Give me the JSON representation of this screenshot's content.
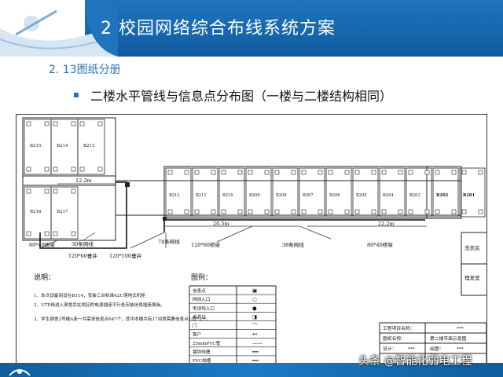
{
  "slide": {
    "title": "2 校园网络综合布线系统方案",
    "section": "2. 13图纸分册",
    "bullet": "二楼水平管线与信息点分布图（一楼与二楼结构相同）"
  },
  "plan": {
    "left_rooms": [
      "B215",
      "B214",
      "B213",
      "B216",
      "B217"
    ],
    "top_rooms": [
      "B212",
      "B211",
      "B210",
      "B209",
      "B208",
      "B207",
      "B206",
      "B205",
      "B204",
      "B203",
      "B202",
      "B201"
    ],
    "dimensions": {
      "left": "12.2m",
      "middle": "20.5m",
      "right": "22.2m"
    },
    "labels": {
      "cable_30": "30条网线",
      "riser_1": "120*60垂井",
      "riser_2": "120*100垂井",
      "tray_left": "80*40桥架",
      "cable_74": "74条网线",
      "tray_mid": "120*60桥架",
      "cable_38": "38条网线",
      "tray_right": "80*40桥架",
      "laundry": "洗衣房",
      "barber": "理发室"
    },
    "notes": {
      "heading": "说明：",
      "items": [
        "1、本次设备间设在B114，安装三台标准42U落地式机柜",
        "2、UTP线进入宿舍后在相应的电源插座平行处安装信息插座面板。",
        "3、学生宿舍2号楼A座一共需求信息点647个，其中本楼共有17间房需要信息点102*2个。"
      ]
    },
    "legend": {
      "heading": "图例：",
      "rows": [
        {
          "label": "信息点",
          "symbol": "▣"
        },
        {
          "label": "网线入口",
          "symbol": "○"
        },
        {
          "label": "电话线入口",
          "symbol": "●"
        },
        {
          "label": "垂井口",
          "symbol": "◨"
        },
        {
          "label": "门",
          "symbol": "⌒"
        },
        {
          "label": "窗户",
          "symbol": "⊷"
        },
        {
          "label": "25mmPVC管",
          "symbol": "——"
        },
        {
          "label": "镀锌线槽",
          "symbol": "━━"
        },
        {
          "label": "PVC线槽",
          "symbol": "══"
        }
      ]
    },
    "title_block": {
      "project_label": "工程项目名称：",
      "project_value": "***",
      "drawing_label": "图纸名称：",
      "drawing_value": "第二楼平面示意图",
      "design_label": "设计：",
      "design_value": "***",
      "draw_label": "绘图：",
      "draw_value": "***"
    }
  },
  "watermark": "头条 @智能化弱电工程",
  "colors": {
    "header": "#1667ad",
    "accent": "#2c73b8",
    "footer": "#1470b8"
  }
}
